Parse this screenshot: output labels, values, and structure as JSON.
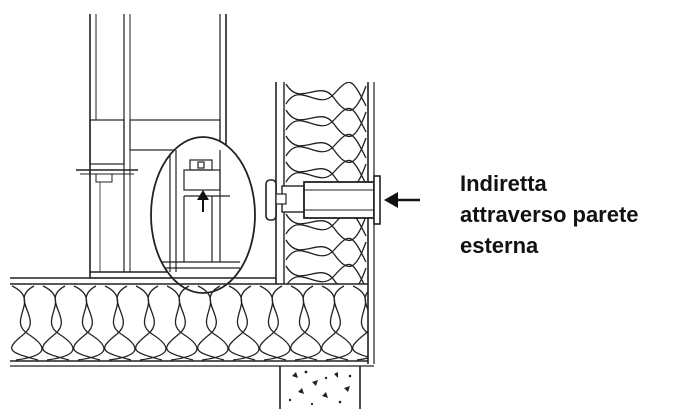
{
  "caption": {
    "line1": "Indiretta",
    "line2": "attraverso parete",
    "line3": "esterna"
  },
  "colors": {
    "line": "#222222",
    "background": "#ffffff",
    "shade": "#e6e6e6"
  }
}
